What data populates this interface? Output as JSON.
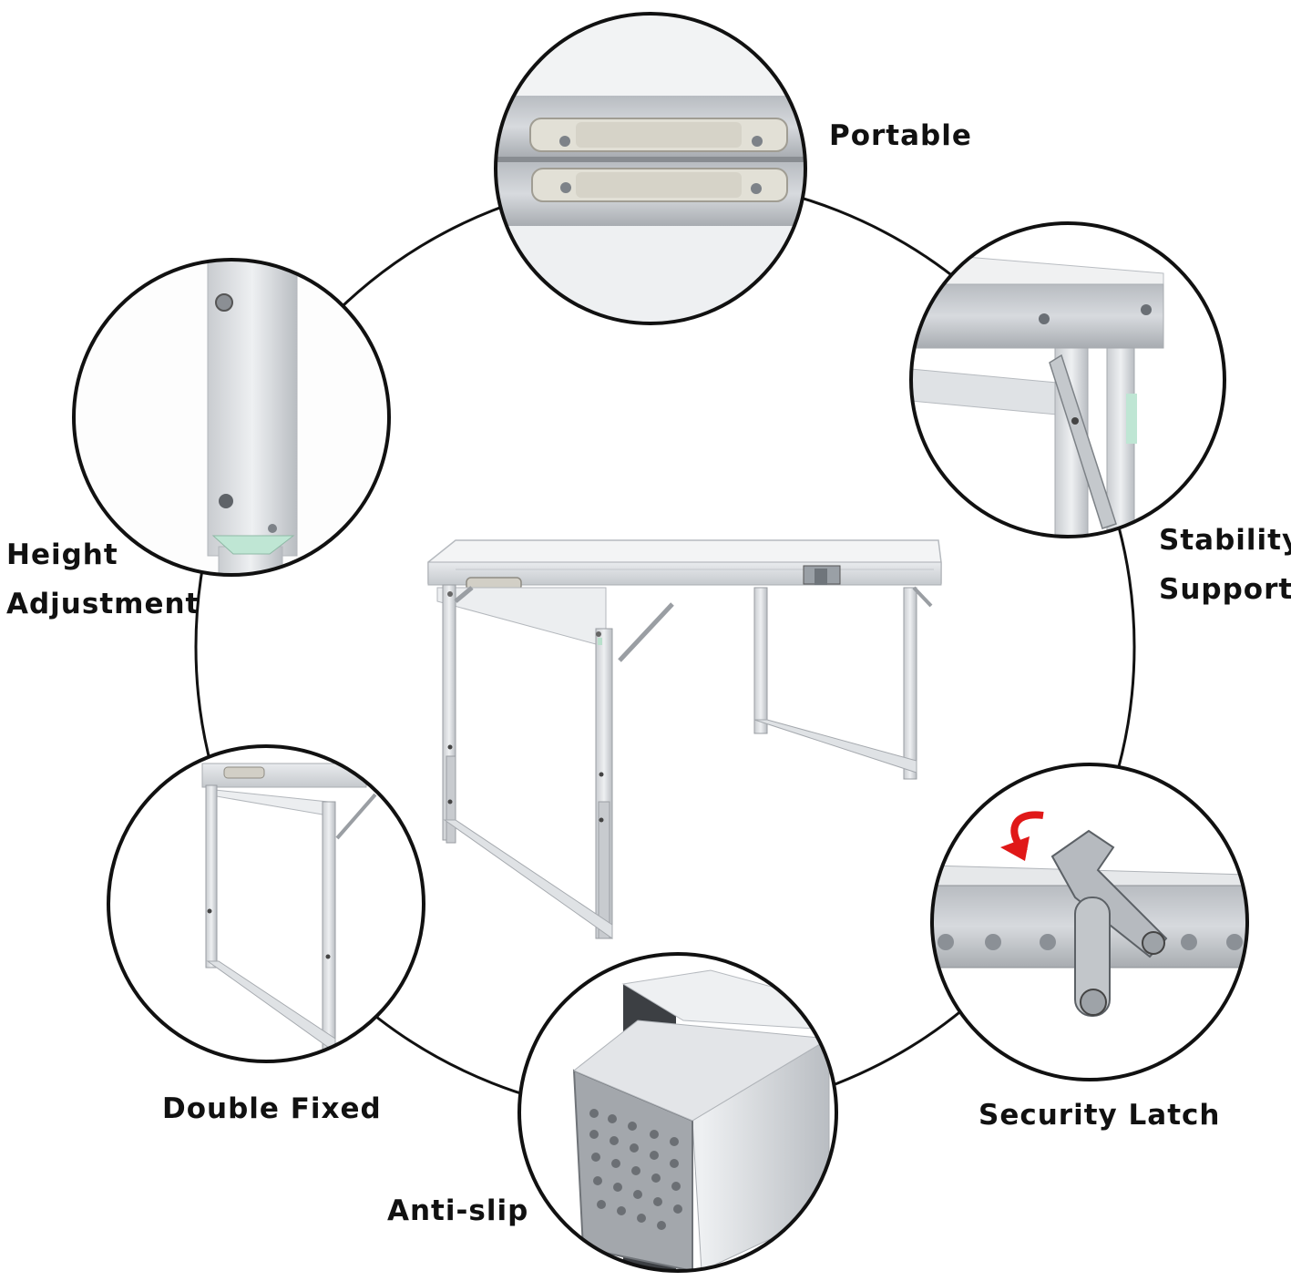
{
  "features": {
    "portable": "Portable",
    "stability_line1": "Stability",
    "stability_line2": "Support",
    "height_line1": "Height",
    "height_line2": "Adjustment",
    "double_fixed": "Double Fixed",
    "security_latch": "Security Latch",
    "anti_slip": "Anti-slip"
  },
  "colors": {
    "outline": "#111111",
    "aluminum": "#d9dcdf",
    "aluminum_dark": "#a9adb2",
    "table_top": "#f3f4f5",
    "latch_arrow": "#e01818",
    "foot_pad": "#9a9ea3"
  }
}
